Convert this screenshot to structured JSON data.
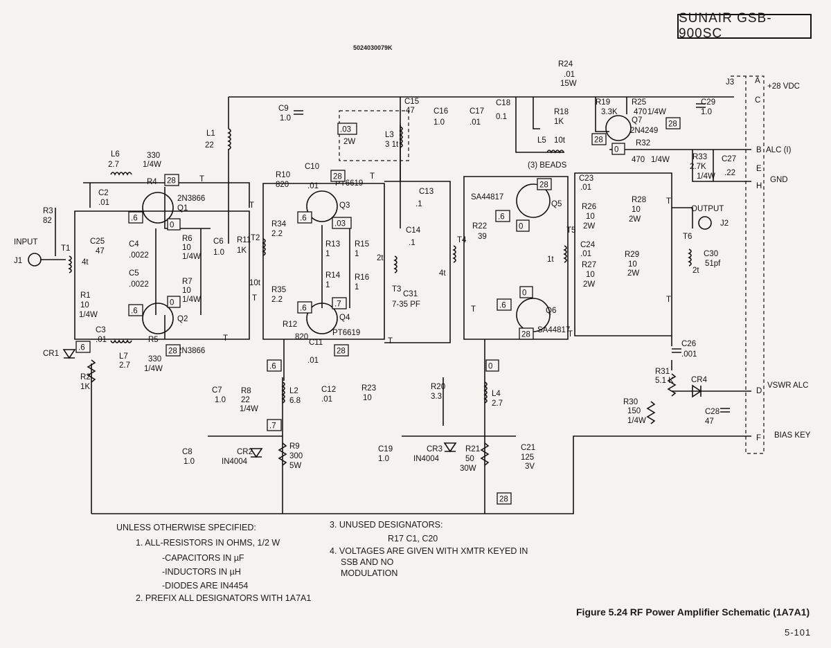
{
  "header": {
    "model_title": "SUNAIR GSB-900SC",
    "doc_number": "5024030079K"
  },
  "notes": {
    "lead": "UNLESS OTHERWISE SPECIFIED:",
    "n1": "1. ALL-RESISTORS IN OHMS, 1/2 W",
    "n1a": "-CAPACITORS IN µF",
    "n1b": "-INDUCTORS IN µH",
    "n1c": "-DIODES ARE IN4454",
    "n2": "2. PREFIX ALL DESIGNATORS WITH 1A7A1",
    "n3": "3. UNUSED DESIGNATORS:",
    "n3v": "R17 C1, C20",
    "n4": "4. VOLTAGES ARE GIVEN WITH XMTR KEYED IN",
    "n4b": "SSB AND NO",
    "n4c": "MODULATION"
  },
  "caption": "Figure 5.24 RF Power Amplifier Schematic (1A7A1)",
  "page_number": "5-101",
  "connector": {
    "name": "J3",
    "pins": [
      {
        "pin": "A",
        "label": "+28 VDC"
      },
      {
        "pin": "C",
        "label": ""
      },
      {
        "pin": "B",
        "label": "ALC (I)"
      },
      {
        "pin": "E",
        "label": "GND"
      },
      {
        "pin": "H",
        "label": ""
      },
      {
        "pin": "D",
        "label": "VSWR ALC"
      },
      {
        "pin": "F",
        "label": "BIAS KEY"
      }
    ]
  },
  "ports": {
    "input": "INPUT",
    "input_jack": "J1",
    "output": "OUTPUT",
    "output_jack": "J2"
  },
  "transistors": [
    {
      "ref": "Q1",
      "type": "2N3866"
    },
    {
      "ref": "Q2",
      "type": "2N3866"
    },
    {
      "ref": "Q3",
      "type": "PT6619"
    },
    {
      "ref": "Q4",
      "type": "PT6619"
    },
    {
      "ref": "Q5",
      "type": "SA44817"
    },
    {
      "ref": "Q6",
      "type": "SA44817"
    },
    {
      "ref": "Q7",
      "type": "2N4249"
    }
  ],
  "resistors": [
    {
      "ref": "R1",
      "value": "10",
      "rating": "1/4W"
    },
    {
      "ref": "R2",
      "value": "1K"
    },
    {
      "ref": "R3",
      "value": "82"
    },
    {
      "ref": "R4",
      "value": "330",
      "rating": "1/4W"
    },
    {
      "ref": "R5",
      "value": "330",
      "rating": "1/4W"
    },
    {
      "ref": "R6",
      "value": "10",
      "rating": "1/4W"
    },
    {
      "ref": "R7",
      "value": "10",
      "rating": "1/4W"
    },
    {
      "ref": "R8",
      "value": "22",
      "rating": "1/4W"
    },
    {
      "ref": "R9",
      "value": "300",
      "rating": "5W"
    },
    {
      "ref": "R10",
      "value": "820"
    },
    {
      "ref": "R11",
      "value": "1K"
    },
    {
      "ref": "R12",
      "value": "820"
    },
    {
      "ref": "R13",
      "value": "1"
    },
    {
      "ref": "R14",
      "value": "1"
    },
    {
      "ref": "R15",
      "value": "1"
    },
    {
      "ref": "R16",
      "value": "1"
    },
    {
      "ref": "R18",
      "value": "1K"
    },
    {
      "ref": "R19",
      "value": "3.3K"
    },
    {
      "ref": "R20",
      "value": "3.3"
    },
    {
      "ref": "R21",
      "value": "50",
      "rating": "30W"
    },
    {
      "ref": "R22",
      "value": "39"
    },
    {
      "ref": "R23",
      "value": "10"
    },
    {
      "ref": "R24",
      "value": ".01",
      "rating": "15W"
    },
    {
      "ref": "R25",
      "value": "470",
      "rating": "1/4W"
    },
    {
      "ref": "R26",
      "value": "10",
      "rating": "2W"
    },
    {
      "ref": "R27",
      "value": "10",
      "rating": "2W"
    },
    {
      "ref": "R28",
      "value": "10",
      "rating": "2W"
    },
    {
      "ref": "R29",
      "value": "10",
      "rating": "2W"
    },
    {
      "ref": "R30",
      "value": "150",
      "rating": "1/4W"
    },
    {
      "ref": "R31",
      "value": "5.1 K"
    },
    {
      "ref": "R32",
      "value": "470",
      "rating": "1/4W"
    },
    {
      "ref": "R33",
      "value": "2.7K",
      "rating": "1/4W"
    },
    {
      "ref": "R34",
      "value": "2.2"
    },
    {
      "ref": "R35",
      "value": "2.2"
    }
  ],
  "capacitors": [
    {
      "ref": "C2",
      "value": ".01"
    },
    {
      "ref": "C3",
      "value": ".01"
    },
    {
      "ref": "C4",
      "value": ".0022"
    },
    {
      "ref": "C5",
      "value": ".0022"
    },
    {
      "ref": "C6",
      "value": "1.0"
    },
    {
      "ref": "C7",
      "value": "1.0"
    },
    {
      "ref": "C8",
      "value": "1.0"
    },
    {
      "ref": "C9",
      "value": "1.0"
    },
    {
      "ref": "C10",
      "value": ".01"
    },
    {
      "ref": "C11",
      "value": ".01"
    },
    {
      "ref": "C12",
      "value": ".01"
    },
    {
      "ref": "C13",
      "value": ".1"
    },
    {
      "ref": "C14",
      "value": ".1"
    },
    {
      "ref": "C15",
      "value": "47"
    },
    {
      "ref": "C16",
      "value": "1.0"
    },
    {
      "ref": "C17",
      "value": ".01"
    },
    {
      "ref": "C18",
      "value": "0.1"
    },
    {
      "ref": "C19",
      "value": "1.0"
    },
    {
      "ref": "C21",
      "value": "125",
      "rating": "3V"
    },
    {
      "ref": "C23",
      "value": ".01"
    },
    {
      "ref": "C24",
      "value": ".01"
    },
    {
      "ref": "C25",
      "value": "47"
    },
    {
      "ref": "C26",
      "value": ".001"
    },
    {
      "ref": "C27",
      "value": ".22"
    },
    {
      "ref": "C28",
      "value": "47"
    },
    {
      "ref": "C29",
      "value": "1.0"
    },
    {
      "ref": "C30",
      "value": "51pf"
    },
    {
      "ref": "C31",
      "value": "7-35 PF"
    }
  ],
  "inductors": [
    {
      "ref": "L1",
      "value": "22"
    },
    {
      "ref": "L2",
      "value": "6.8"
    },
    {
      "ref": "L3",
      "value": "3 1t"
    },
    {
      "ref": "L4",
      "value": "2.7"
    },
    {
      "ref": "L5",
      "value": "10t"
    },
    {
      "ref": "L6",
      "value": "2.7"
    },
    {
      "ref": "L7",
      "value": "2.7"
    }
  ],
  "diodes": [
    {
      "ref": "CR1",
      "type": ""
    },
    {
      "ref": "CR2",
      "type": "IN4004"
    },
    {
      "ref": "CR3",
      "type": "IN4004"
    },
    {
      "ref": "CR4",
      "type": ""
    }
  ],
  "transformers": [
    "T1",
    "T2",
    "T3",
    "T4",
    "T5",
    "T6"
  ],
  "misc_labels": {
    "beads": "(3) BEADS",
    "l3_parallel": "47",
    "l3_parallel_rating": "2W",
    "t1_turns": "4t",
    "t2_turns": "10t",
    "t3_turns": "2t",
    "t4_turns": "4t",
    "t5_turns": "1t",
    "t6_turns": "2t",
    "tag_t": "T"
  },
  "voltage_tags": [
    "28",
    "28",
    "28",
    "28",
    "28",
    "28",
    "28",
    "28",
    "28",
    ".6",
    ".6",
    ".6",
    ".6",
    ".6",
    ".6",
    ".6",
    ".6",
    "0",
    "0",
    "0",
    "0",
    "0",
    "0",
    ".03",
    ".03",
    ".7",
    ".7"
  ]
}
